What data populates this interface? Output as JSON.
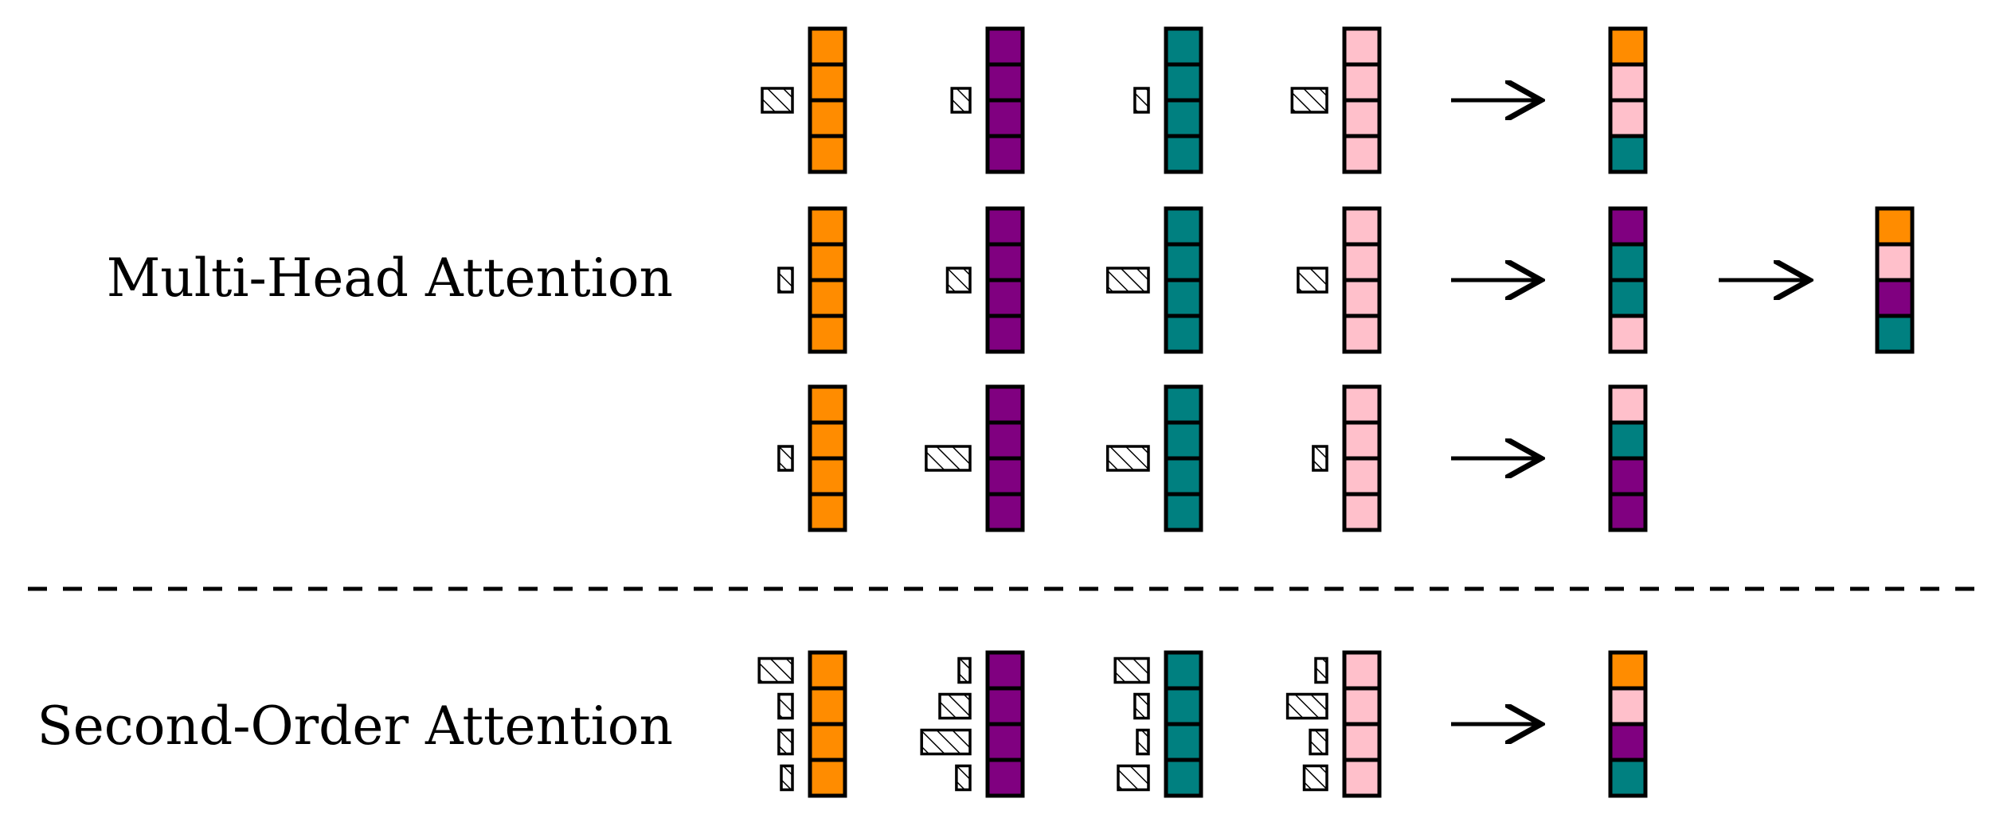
{
  "labels": {
    "multi_head": "Multi-Head Attention",
    "second_order": "Second-Order Attention"
  },
  "colors": {
    "orange": "#FF8C00",
    "purple": "#800080",
    "teal": "#008080",
    "pink": "#FFC0CB",
    "stroke": "#000000"
  },
  "head_colors": [
    "orange",
    "purple",
    "teal",
    "pink"
  ],
  "multi_head": {
    "rows": [
      {
        "weights": [
          1,
          0.6,
          0.45,
          1.15
        ],
        "output": [
          "orange",
          "pink",
          "pink",
          "teal"
        ]
      },
      {
        "weights": [
          0.45,
          0.75,
          1.35,
          0.95
        ],
        "output": [
          "purple",
          "teal",
          "teal",
          "pink"
        ]
      },
      {
        "weights": [
          0.45,
          1.45,
          1.35,
          0.45
        ],
        "output": [
          "pink",
          "teal",
          "purple",
          "purple"
        ]
      }
    ],
    "final_output": [
      "orange",
      "pink",
      "purple",
      "teal"
    ]
  },
  "second_order": {
    "weights": [
      [
        1.1,
        0.45,
        0.45,
        0.3
      ],
      [
        0.3,
        1.0,
        1.6,
        0.45
      ],
      [
        1.1,
        0.45,
        0.25,
        1.0
      ],
      [
        0.3,
        1.3,
        0.55,
        0.75
      ]
    ],
    "output": [
      "orange",
      "pink",
      "purple",
      "teal"
    ]
  }
}
